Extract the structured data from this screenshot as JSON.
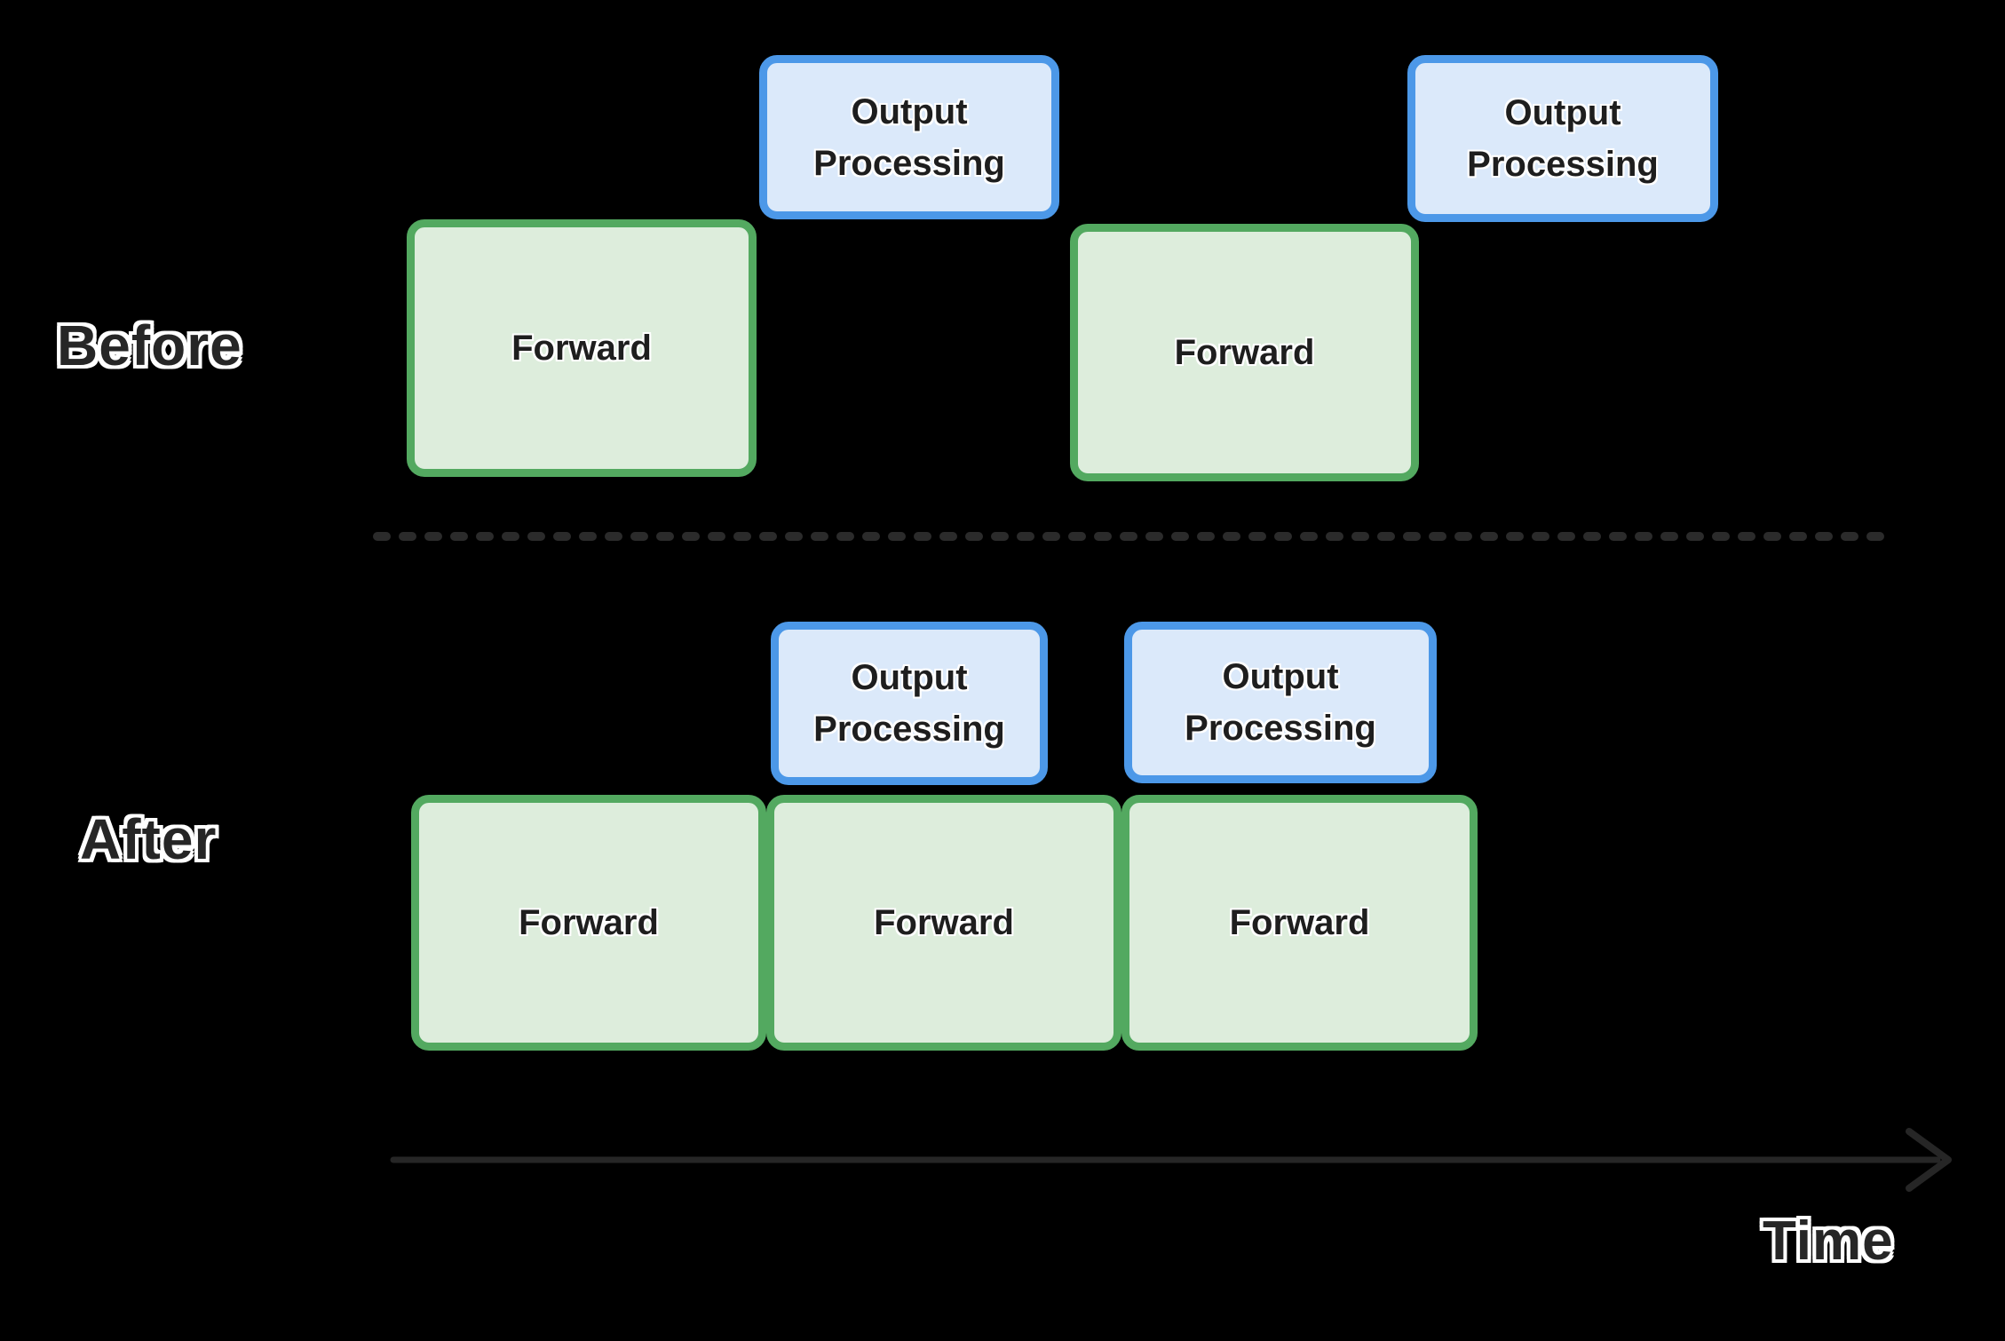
{
  "sections": {
    "before": {
      "label": "Before",
      "blocks": [
        {
          "id": "before-forward-1",
          "type": "forward",
          "label": "Forward"
        },
        {
          "id": "before-output-1",
          "type": "output",
          "label": "Output Processing"
        },
        {
          "id": "before-forward-2",
          "type": "forward",
          "label": "Forward"
        },
        {
          "id": "before-output-2",
          "type": "output",
          "label": "Output Processing"
        }
      ]
    },
    "after": {
      "label": "After",
      "blocks": [
        {
          "id": "after-forward-1",
          "type": "forward",
          "label": "Forward"
        },
        {
          "id": "after-forward-2",
          "type": "forward",
          "label": "Forward"
        },
        {
          "id": "after-forward-3",
          "type": "forward",
          "label": "Forward"
        },
        {
          "id": "after-output-1",
          "type": "output",
          "label": "Output Processing"
        },
        {
          "id": "after-output-2",
          "type": "output",
          "label": "Output Processing"
        }
      ]
    }
  },
  "axis": {
    "label": "Time"
  },
  "colors": {
    "background": "#000000",
    "forward_fill": "#ddeddc",
    "forward_border": "#53a960",
    "output_fill": "#dbe9fa",
    "output_border": "#4c98e8",
    "divider_dash": "#2b2b2b",
    "axis_arrow": "#262626",
    "block_text": "#1e1e1e",
    "label_text": "#262626",
    "label_outline": "#ffffff"
  }
}
